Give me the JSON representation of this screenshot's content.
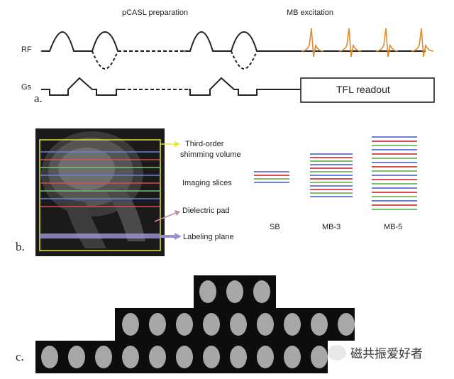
{
  "panel_a": {
    "header_pcasl": "pCASL preparation",
    "header_mb": "MB excitation",
    "row_rf": "RF",
    "row_gs": "Gs",
    "readout": "TFL readout",
    "letter": "a."
  },
  "panel_b": {
    "label_shimming": "Third-order shimming volume",
    "label_shimming_l1": "Third-order",
    "label_shimming_l2": "shimming volume",
    "label_imaging": "Imaging slices",
    "label_pad": "Dielectric pad",
    "label_labeling": "Labeling plane",
    "letter": "b.",
    "stack_sb": "SB",
    "stack_mb3": "MB-3",
    "stack_mb5": "MB-5",
    "colors": {
      "shim": "#e6e63c",
      "slice_blue": "#6f7fd8",
      "slice_red": "#d75050",
      "slice_green": "#7fbf6a",
      "label_plane": "#9a8fd0"
    }
  },
  "panel_c": {
    "letter": "c."
  },
  "watermark": {
    "text": "磁共振爱好者",
    "icon": "wechat-icon"
  }
}
